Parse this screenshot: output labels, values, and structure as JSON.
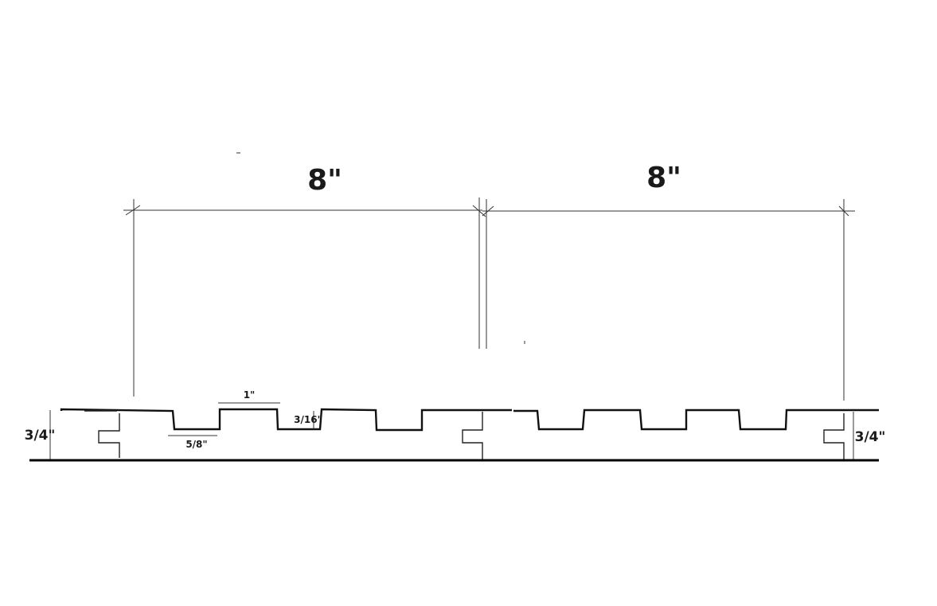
{
  "dimensions": {
    "width_left": "8\"",
    "width_right": "8\"",
    "thickness_left": "3/4\"",
    "thickness_right": "3/4\"",
    "groove_depth": "3/16\"",
    "tongue_width": "1\"",
    "groove_width": "5/8\""
  }
}
